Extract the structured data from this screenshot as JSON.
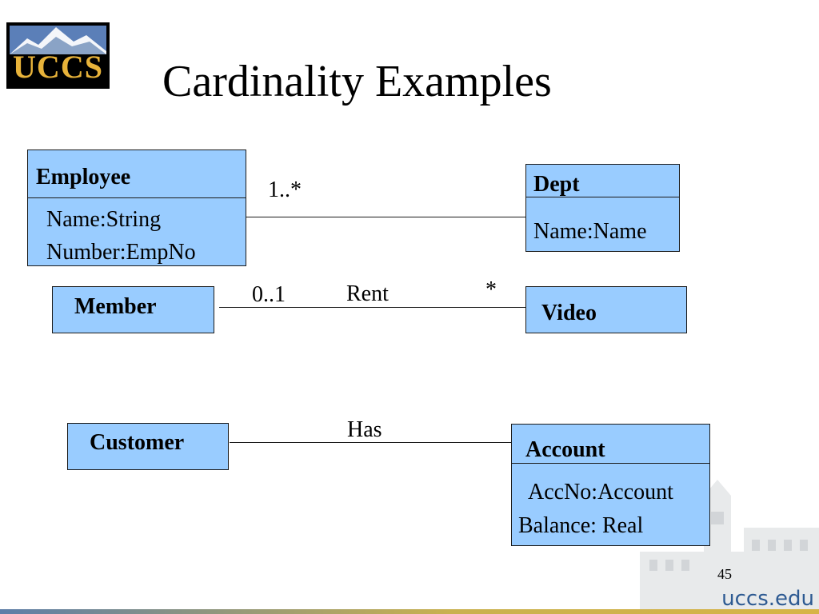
{
  "slide": {
    "title": "Cardinality Examples",
    "page_number": "45",
    "footer_url": "uccs.edu",
    "logo_text": "UCCS"
  },
  "colors": {
    "box_fill": "#99ccff",
    "box_border": "#1a1a1a",
    "logo_background": "#000000",
    "logo_text": "#e8b33a",
    "footer_url": "#2d5a92"
  },
  "classes": {
    "employee": {
      "name": "Employee",
      "attributes": [
        "Name:String",
        "Number:EmpNo"
      ]
    },
    "dept": {
      "name": "Dept",
      "attributes": [
        "Name:Name"
      ]
    },
    "member": {
      "name": "Member"
    },
    "video": {
      "name": "Video"
    },
    "customer": {
      "name": "Customer"
    },
    "account": {
      "name": "Account",
      "attributes": [
        "AccNo:Account",
        "Balance: Real"
      ]
    }
  },
  "associations": {
    "employee_dept": {
      "multiplicity": "1..*"
    },
    "member_video": {
      "multiplicity_left": "0..1",
      "role": "Rent",
      "multiplicity_right": "*"
    },
    "customer_account": {
      "role": "Has"
    }
  }
}
